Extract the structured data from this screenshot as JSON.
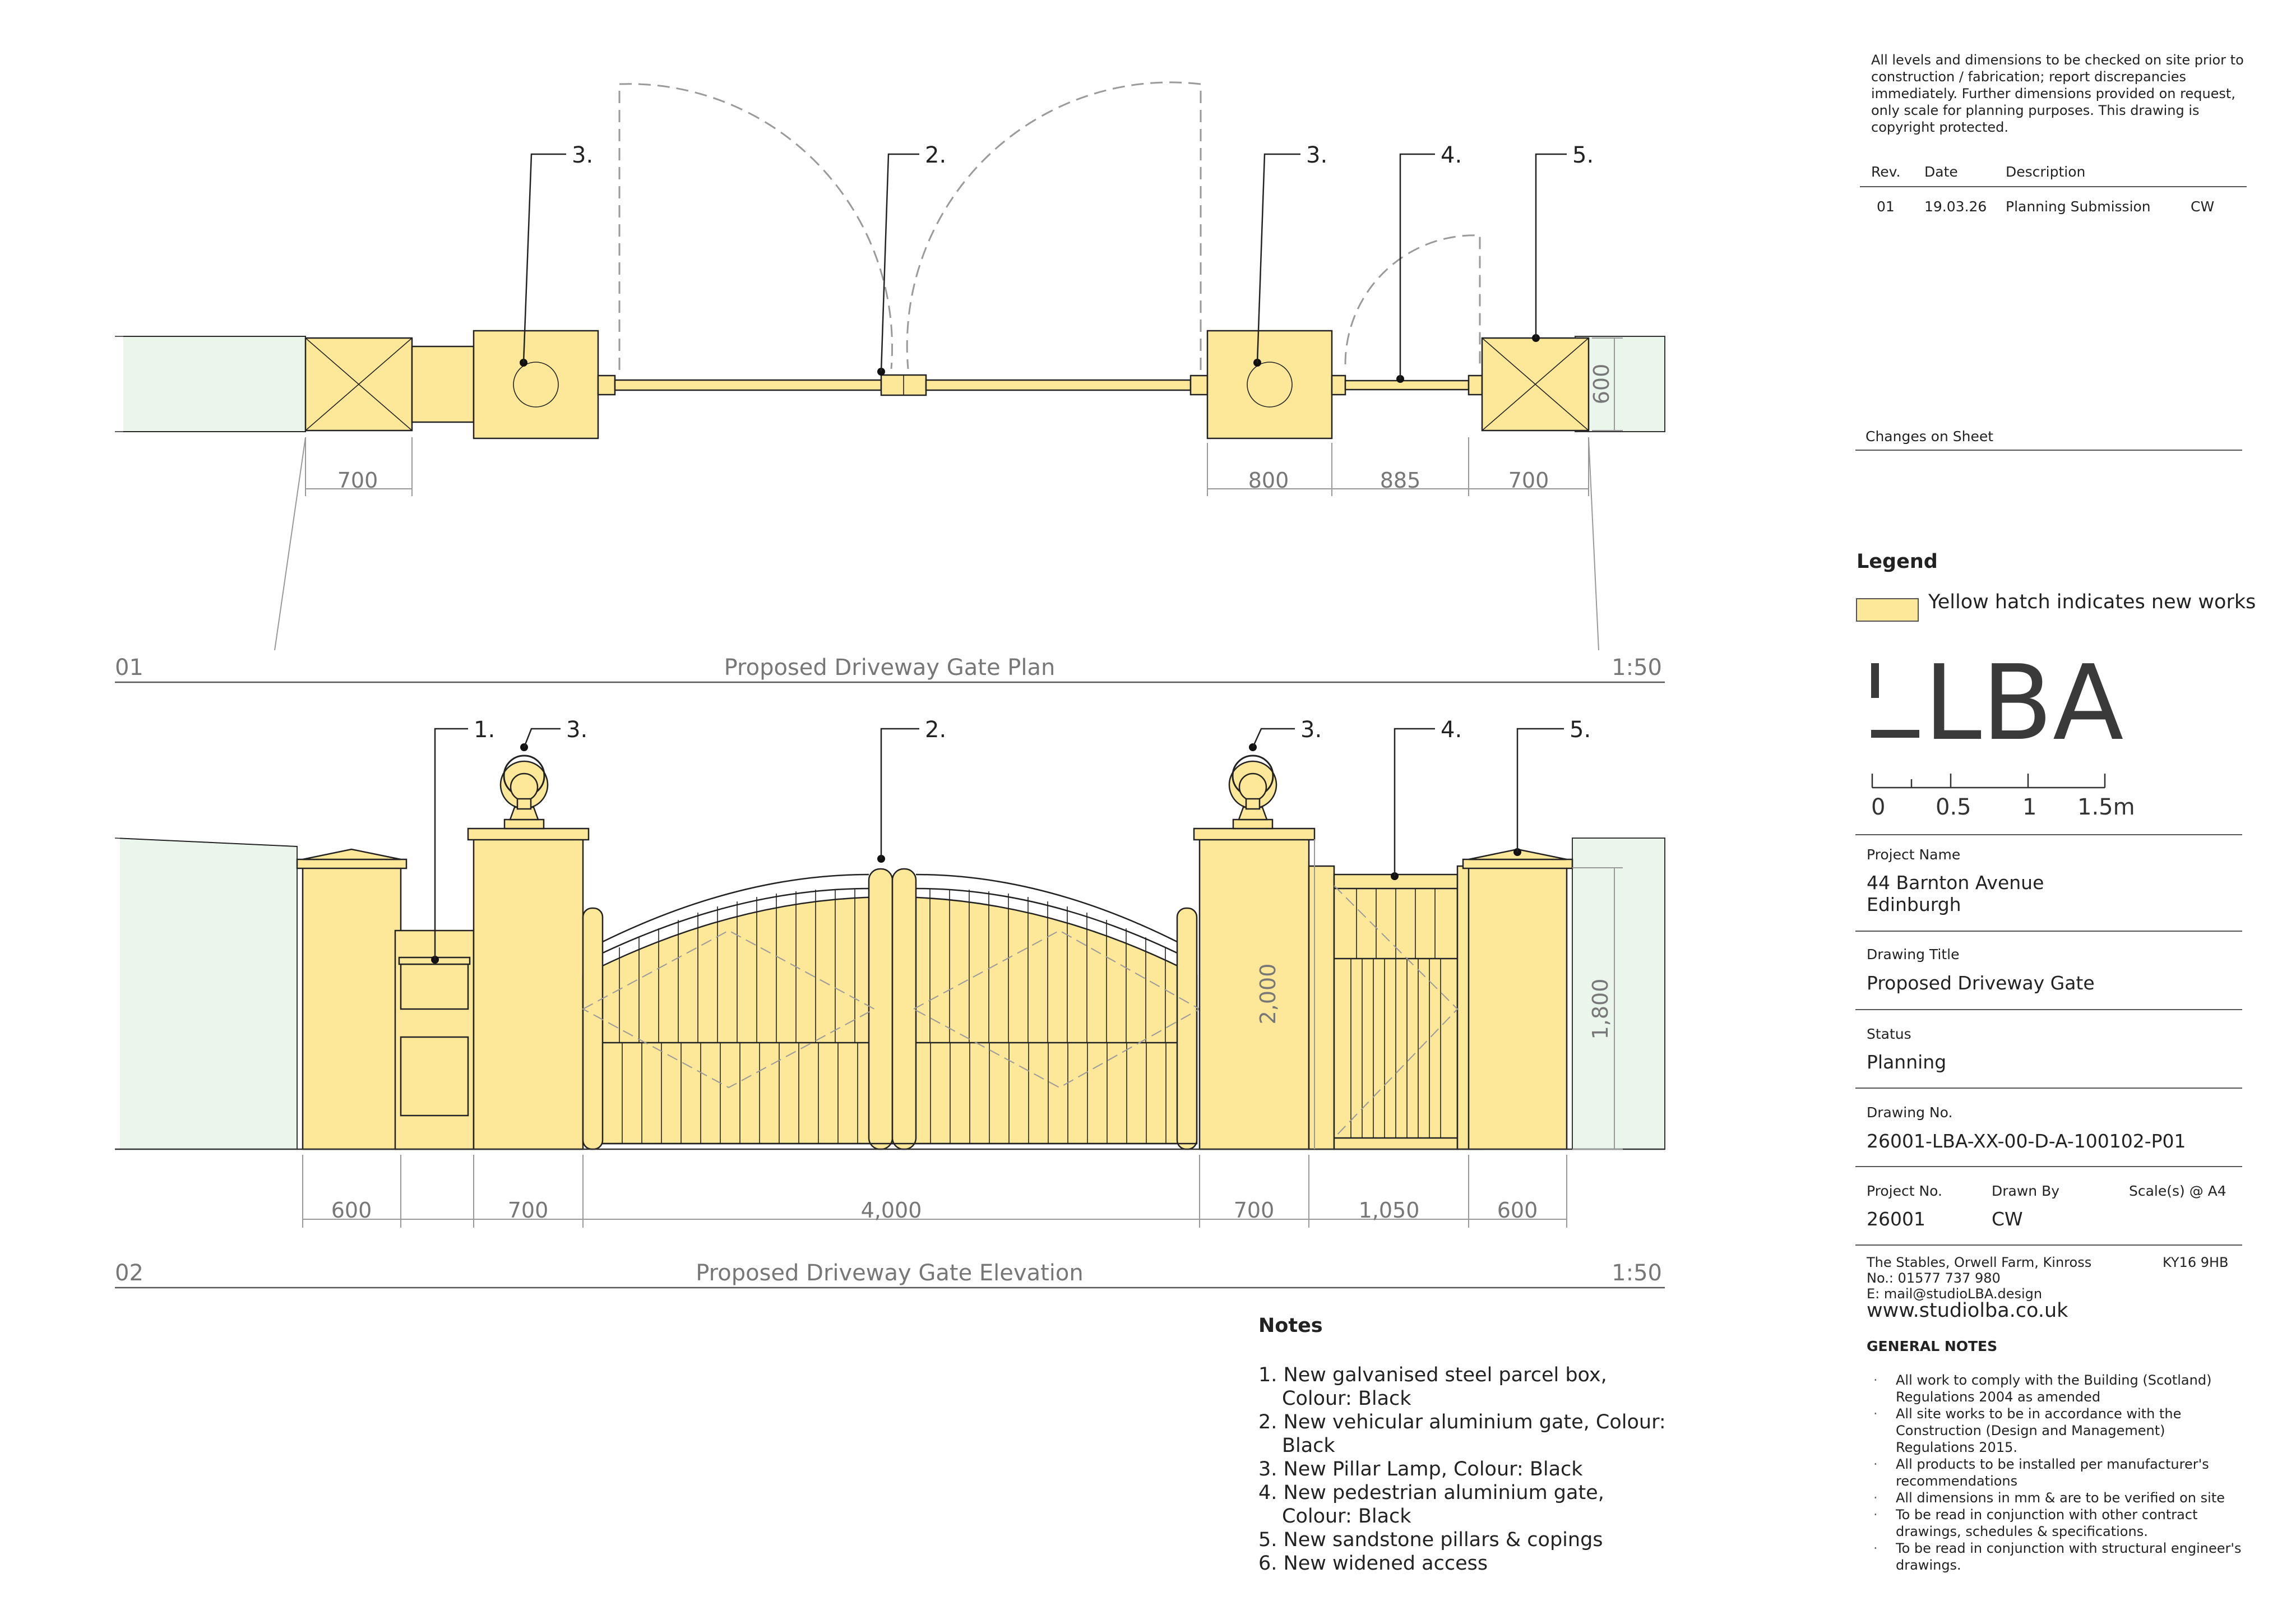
{
  "disclaimer": "All levels and dimensions to be checked on site prior to construction / fabrication; report discrepancies immediately. Further dimensions provided on request, only scale for planning purposes. This drawing is copyright protected.",
  "revisions": {
    "headers": [
      "Rev.",
      "Date",
      "Description"
    ],
    "rows": [
      {
        "rev": "01",
        "date": "19.03.26",
        "description": "Planning Submission",
        "by": "CW"
      }
    ]
  },
  "changes_label": "Changes on Sheet",
  "legend": {
    "title": "Legend",
    "item": "Yellow hatch indicates new works",
    "swatch_color": "#fde89a"
  },
  "logo": "LBA",
  "scale_bar": {
    "labels": [
      "0",
      "0.5",
      "1",
      "1.5m"
    ]
  },
  "title_block": {
    "project_name_label": "Project Name",
    "project_name_line1": "44 Barnton Avenue",
    "project_name_line2": "Edinburgh",
    "drawing_title_label": "Drawing Title",
    "drawing_title": "Proposed Driveway Gate",
    "status_label": "Status",
    "status": "Planning",
    "drawing_no_label": "Drawing No.",
    "drawing_no": "26001-LBA-XX-00-D-A-100102-P01",
    "project_no_label": "Project No.",
    "project_no": "26001",
    "drawn_by_label": "Drawn By",
    "drawn_by": "CW",
    "scale_label": "Scale(s) @ A4"
  },
  "address": {
    "line1": "The Stables, Orwell Farm, Kinross",
    "postcode": "KY16 9HB",
    "phone": "No.: 01577 737 980",
    "email": "E: mail@studioLBA.design",
    "website": "www.studiolba.co.uk"
  },
  "general_notes": {
    "title": "GENERAL NOTES",
    "items": [
      "All work to comply with the Building (Scotland) Regulations 2004 as amended",
      "All site works to be in accordance with the Construction (Design and Management) Regulations 2015.",
      "All products to be installed per manufacturer's recommendations",
      "All dimensions in mm & are to be verified on site",
      "To be read in conjunction with other contract drawings, schedules & specifications.",
      "To be read in conjunction with structural engineer's drawings."
    ]
  },
  "notes": {
    "title": "Notes",
    "items": [
      "1. New galvanised steel parcel box, Colour: Black",
      "2. New vehicular aluminium gate, Colour: Black",
      "3. New Pillar Lamp, Colour: Black",
      "4. New pedestrian aluminium gate, Colour: Black",
      "5. New sandstone pillars & copings",
      "6. New widened access"
    ]
  },
  "plan": {
    "number": "01",
    "title": "Proposed Driveway Gate Plan",
    "scale": "1:50",
    "callouts": [
      "3.",
      "2.",
      "3.",
      "4.",
      "5."
    ],
    "dims": [
      "700",
      "800",
      "885",
      "700",
      "600"
    ]
  },
  "elevation": {
    "number": "02",
    "title": "Proposed Driveway Gate Elevation",
    "scale": "1:50",
    "callouts": [
      "1.",
      "3.",
      "2.",
      "3.",
      "4.",
      "5."
    ],
    "dims": [
      "600",
      "700",
      "4,000",
      "700",
      "1,050",
      "600"
    ],
    "height_dims": [
      "2,000",
      "1,800"
    ]
  },
  "colors": {
    "new_works": "#fde89a",
    "existing": "#eaf5ec",
    "line": "#222222"
  }
}
